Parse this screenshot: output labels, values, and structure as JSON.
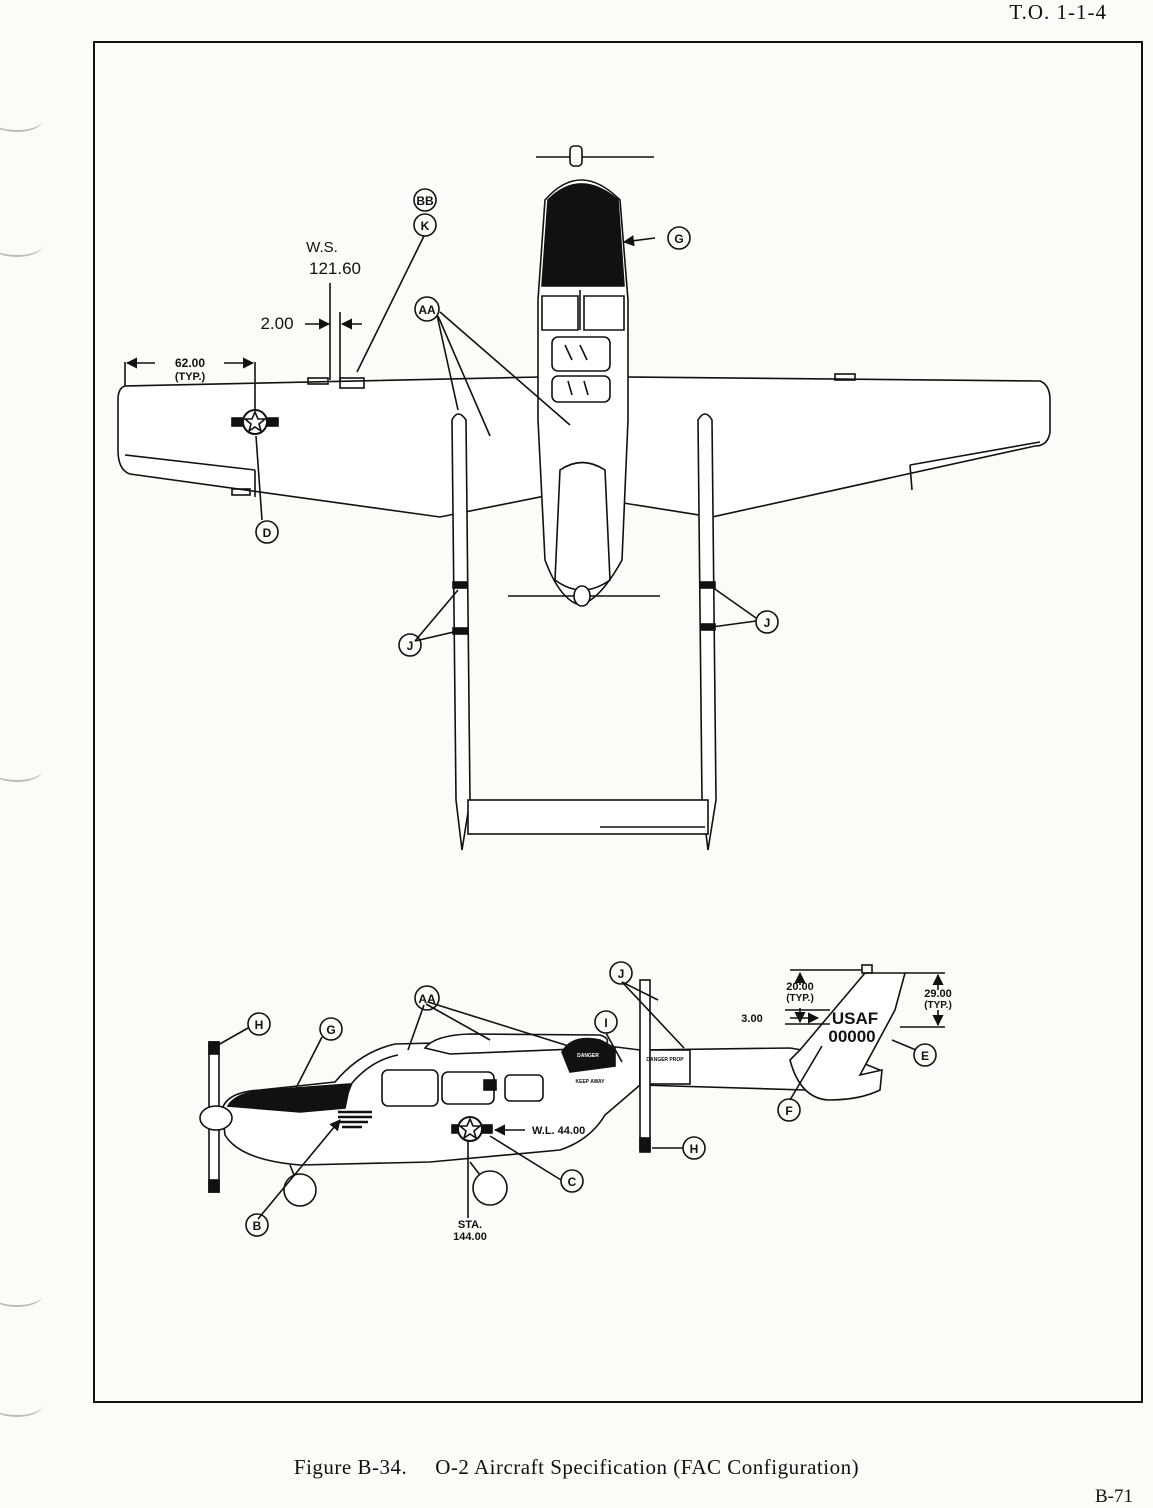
{
  "document": {
    "header_id": "T.O. 1-1-4",
    "page_number": "B-71",
    "caption": {
      "figure": "Figure B-34.",
      "title": "O-2 Aircraft Specification (FAC Configuration)"
    }
  },
  "top_view": {
    "dimensions": {
      "ws_label": "W.S.",
      "ws_value": "121.60",
      "offset": "2.00",
      "wing_offset": "62.00",
      "wing_offset_note": "(TYP.)"
    },
    "callouts": {
      "bb": "BB",
      "k": "K",
      "g": "G",
      "aa": "AA",
      "d": "D",
      "j_left": "J",
      "j_right": "J"
    }
  },
  "side_view": {
    "dimensions": {
      "tail_upper": "20.00",
      "tail_upper_note": "(TYP.)",
      "tail_height": "29.00",
      "tail_height_note": "(TYP.)",
      "letter_spacing": "3.00",
      "wl": "W.L. 44.00",
      "sta_label": "STA.",
      "sta_value": "144.00"
    },
    "markings": {
      "usaf": "USAF",
      "serial": "00000",
      "danger": "DANGER",
      "keep_away": "KEEP AWAY",
      "danger_prop": "DANGER PROP"
    },
    "callouts": {
      "h_front": "H",
      "g": "G",
      "aa": "AA",
      "i": "I",
      "j": "J",
      "e": "E",
      "f": "F",
      "h_rear": "H",
      "c": "C",
      "b": "B"
    }
  }
}
